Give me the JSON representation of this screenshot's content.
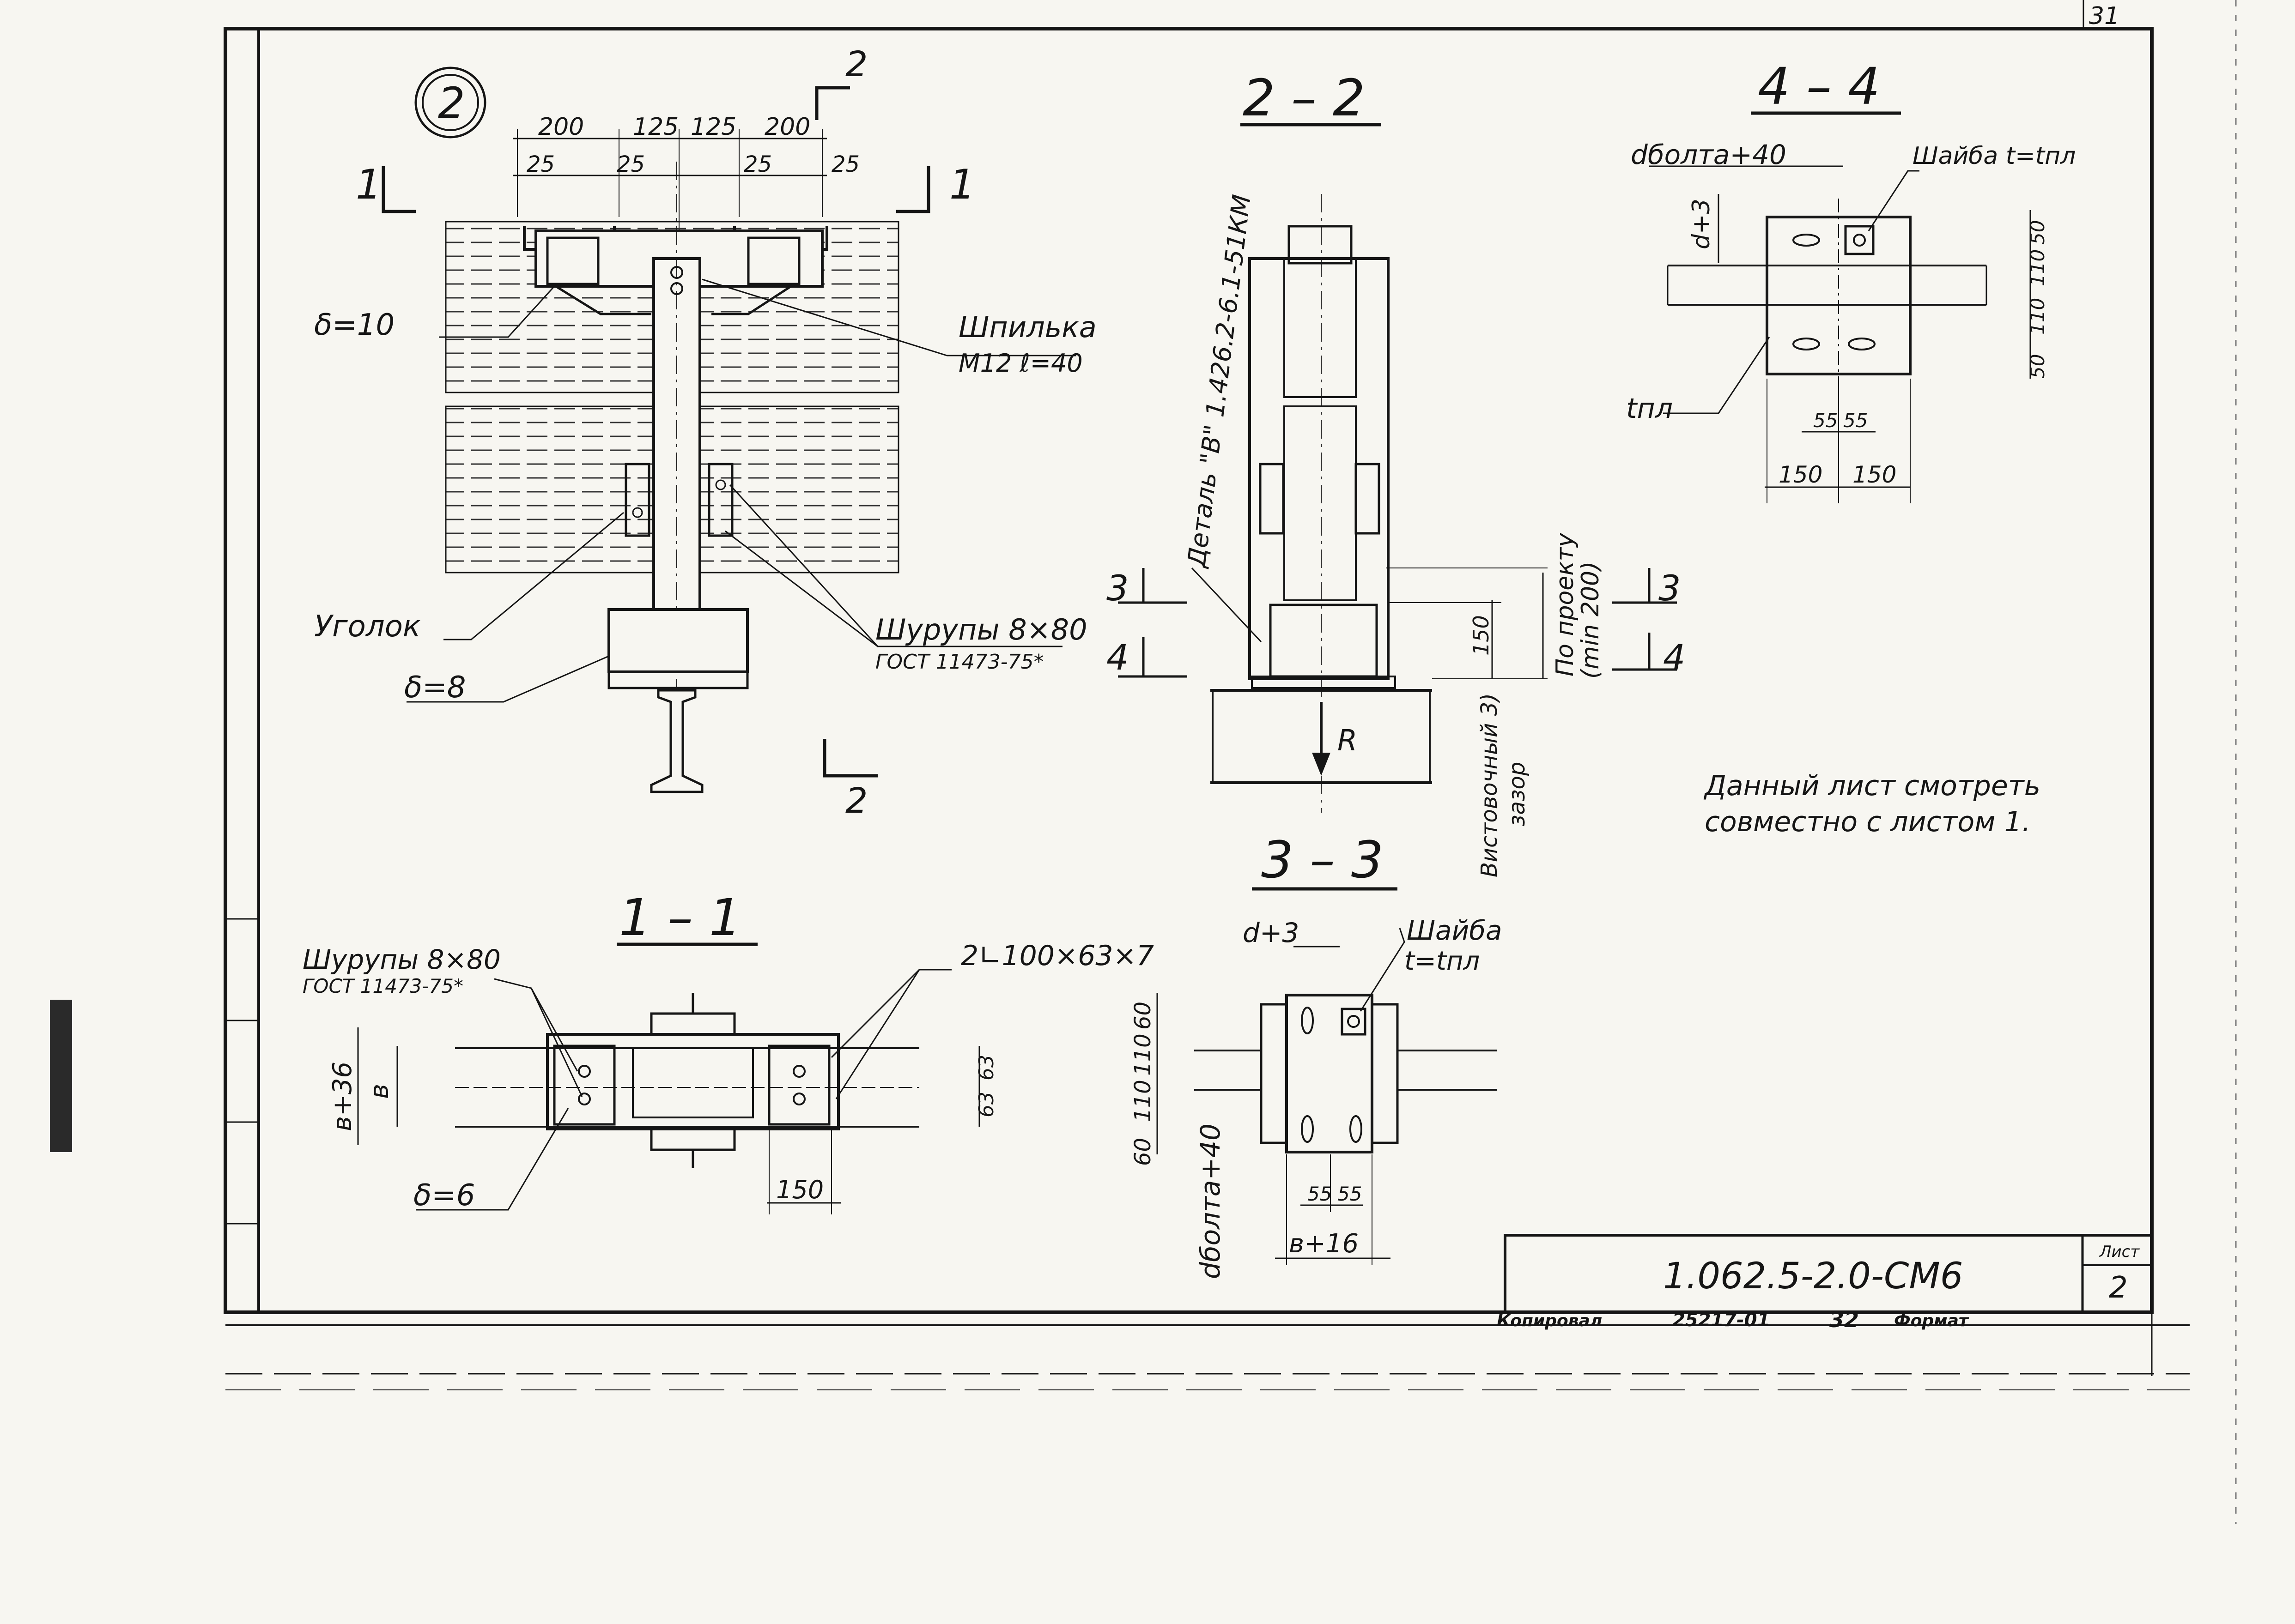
{
  "sheet": {
    "corner_number": "31",
    "detail_number": "2",
    "note_line1": "Данный лист смотреть",
    "note_line2": "совместно с листом 1.",
    "designation": "1.062.5-2.0-СМ6",
    "sheet_label": "Лист",
    "sheet_number": "2",
    "copied_label": "Копировал",
    "order_number": "25217-01",
    "page_number": "32",
    "format_label": "Формат"
  },
  "detail2": {
    "section_mark_1": "1",
    "section_mark_2": "2",
    "dims_top": [
      "200",
      "125",
      "125",
      "200"
    ],
    "dims_25": [
      "25",
      "25",
      "25",
      "25"
    ],
    "label_delta10": "δ=10",
    "label_stud": "Шпилька",
    "label_stud_spec": "М12 ℓ=40",
    "label_angle": "Уголок",
    "label_screws": "Шурупы 8×80",
    "label_screws_gost": "ГОСТ 11473-75*",
    "label_delta8": "δ=8"
  },
  "section22": {
    "title": "2 – 2",
    "detail_ref": "Деталь \"В\" 1.426.2-6.1-51КМ",
    "mark3": "3",
    "mark4": "4",
    "dim_150": "150",
    "label_project": "По проекту",
    "label_min": "(min 200)",
    "label_gap1": "Вистовочный 3)",
    "label_gap2": "зазор",
    "force": "R"
  },
  "section44": {
    "title": "4 – 4",
    "label_bolt": "dболта+40",
    "label_washer": "Шайба t=tпл",
    "label_d3": "d+3",
    "label_tpl": "tпл",
    "dims_right": [
      "50",
      "110",
      "110",
      "50"
    ],
    "dims_55": [
      "55",
      "55"
    ],
    "dims_150": [
      "150",
      "150"
    ]
  },
  "section11": {
    "title": "1 – 1",
    "label_screws": "Шурупы 8×80",
    "label_gost": "ГОСТ 11473-75*",
    "label_angles": "2∟100×63×7",
    "label_b36": "в+36",
    "label_b": "в",
    "dims_right": [
      "63",
      "63"
    ],
    "label_delta6": "δ=6",
    "dim_150": "150"
  },
  "section33": {
    "title": "3 – 3",
    "label_d3": "d+3",
    "label_washer": "Шайба",
    "label_washer_t": "t=tпл",
    "dims_left": [
      "60",
      "110",
      "110",
      "60"
    ],
    "label_bolt": "dболта+40",
    "dims_55": [
      "55",
      "55"
    ],
    "label_b16": "в+16"
  }
}
